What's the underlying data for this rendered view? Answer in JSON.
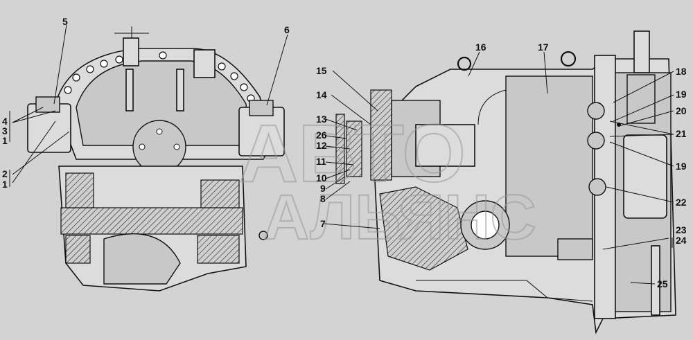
{
  "watermark": {
    "line1": "АВТО",
    "line2": "АЛЬЯНС"
  },
  "callouts": [
    {
      "id": "5",
      "text": "5"
    },
    {
      "id": "6",
      "text": "6"
    },
    {
      "id": "4",
      "text": "4"
    },
    {
      "id": "3",
      "text": "3"
    },
    {
      "id": "1a",
      "text": "1"
    },
    {
      "id": "2",
      "text": "2"
    },
    {
      "id": "1b",
      "text": "1"
    },
    {
      "id": "16",
      "text": "16"
    },
    {
      "id": "17",
      "text": "17"
    },
    {
      "id": "15",
      "text": "15"
    },
    {
      "id": "14",
      "text": "14"
    },
    {
      "id": "13",
      "text": "13"
    },
    {
      "id": "26",
      "text": "26"
    },
    {
      "id": "12",
      "text": "12"
    },
    {
      "id": "11",
      "text": "11"
    },
    {
      "id": "10",
      "text": "10"
    },
    {
      "id": "9",
      "text": "9"
    },
    {
      "id": "8",
      "text": "8"
    },
    {
      "id": "7",
      "text": "7"
    },
    {
      "id": "18",
      "text": "18"
    },
    {
      "id": "19a",
      "text": "19"
    },
    {
      "id": "20",
      "text": "20"
    },
    {
      "id": "21",
      "text": "21"
    },
    {
      "id": "19b",
      "text": "19"
    },
    {
      "id": "22",
      "text": "22"
    },
    {
      "id": "23",
      "text": "23"
    },
    {
      "id": "24",
      "text": "24"
    },
    {
      "id": "25",
      "text": "25"
    }
  ]
}
